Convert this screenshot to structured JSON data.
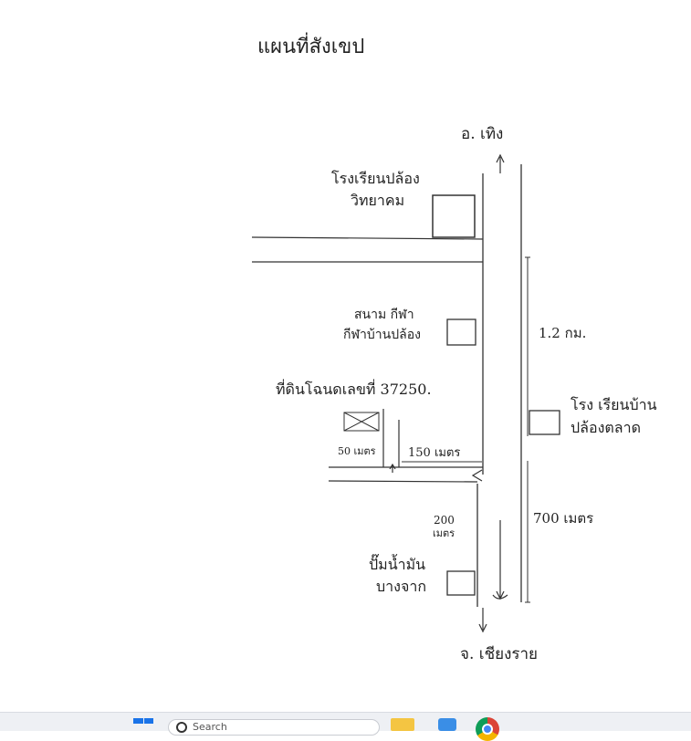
{
  "map": {
    "title": "แผนที่สังเขป",
    "north_destination": "อ. เทิง",
    "south_destination": "จ. เชียงราย",
    "school_top": [
      "โรงเรียนปล้อง",
      "วิทยาคม"
    ],
    "sports_field": [
      "สนาม กีฬา",
      "กีฬาบ้านปล้อง"
    ],
    "land_plot": "ที่ดินโฉนดเลขที่ 37250.",
    "school_right": [
      "โรง เรียนบ้าน",
      "ปล้องตลาด"
    ],
    "gas_station": [
      "ปั๊มน้ำมัน",
      "บางจาก"
    ],
    "distance_north": "1.2 กม.",
    "distance_south": "700 เมตร",
    "distance_soi": "150 เมตร",
    "distance_plot": "50 เมตร",
    "distance_gas": [
      "200",
      "เมตร"
    ]
  },
  "taskbar": {
    "search_placeholder": "Search"
  },
  "colors": {
    "ink": "#222222",
    "taskbar": "#eef0f4",
    "accent": "#1a73e8"
  }
}
